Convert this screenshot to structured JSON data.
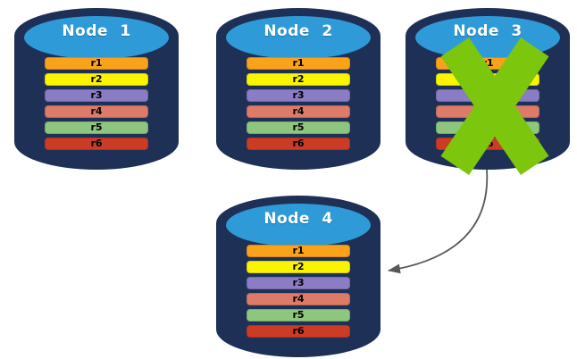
{
  "diagram": {
    "nodes": [
      {
        "title": "Node 1",
        "failed": false,
        "rows": [
          {
            "label": "r1",
            "color": "#FAA219"
          },
          {
            "label": "r2",
            "color": "#FBF400"
          },
          {
            "label": "r3",
            "color": "#8A7DC3"
          },
          {
            "label": "r4",
            "color": "#DD7A68"
          },
          {
            "label": "r5",
            "color": "#8EC67F"
          },
          {
            "label": "r6",
            "color": "#CC3C24"
          }
        ]
      },
      {
        "title": "Node 2",
        "failed": false,
        "rows": [
          {
            "label": "r1",
            "color": "#FAA219"
          },
          {
            "label": "r2",
            "color": "#FBF400"
          },
          {
            "label": "r3",
            "color": "#8A7DC3"
          },
          {
            "label": "r4",
            "color": "#DD7A68"
          },
          {
            "label": "r5",
            "color": "#8EC67F"
          },
          {
            "label": "r6",
            "color": "#CC3C24"
          }
        ]
      },
      {
        "title": "Node 3",
        "failed": true,
        "rows": [
          {
            "label": "r1",
            "color": "#FAA219"
          },
          {
            "label": "r2",
            "color": "#FBF400"
          },
          {
            "label": "r3",
            "color": "#8A7DC3"
          },
          {
            "label": "r4",
            "color": "#DD7A68"
          },
          {
            "label": "r5",
            "color": "#8EC67F"
          },
          {
            "label": "r6",
            "color": "#CC3C24"
          }
        ]
      },
      {
        "title": "Node 4",
        "failed": false,
        "rows": [
          {
            "label": "r1",
            "color": "#FAA219"
          },
          {
            "label": "r2",
            "color": "#FBF400"
          },
          {
            "label": "r3",
            "color": "#8A7DC3"
          },
          {
            "label": "r4",
            "color": "#DD7A68"
          },
          {
            "label": "r5",
            "color": "#8EC67F"
          },
          {
            "label": "r6",
            "color": "#CC3C24"
          }
        ]
      }
    ],
    "arrow": {
      "from": "Node 3",
      "to": "Node 4"
    },
    "colors": {
      "cylinder_body": "#1E3056",
      "cylinder_top": "#2E9BD8",
      "title_text": "#FFFFFF",
      "row_text": "#000000",
      "failure_x": "#7CC60E",
      "arrow": "#595959",
      "background": "#FFFFFF"
    }
  }
}
